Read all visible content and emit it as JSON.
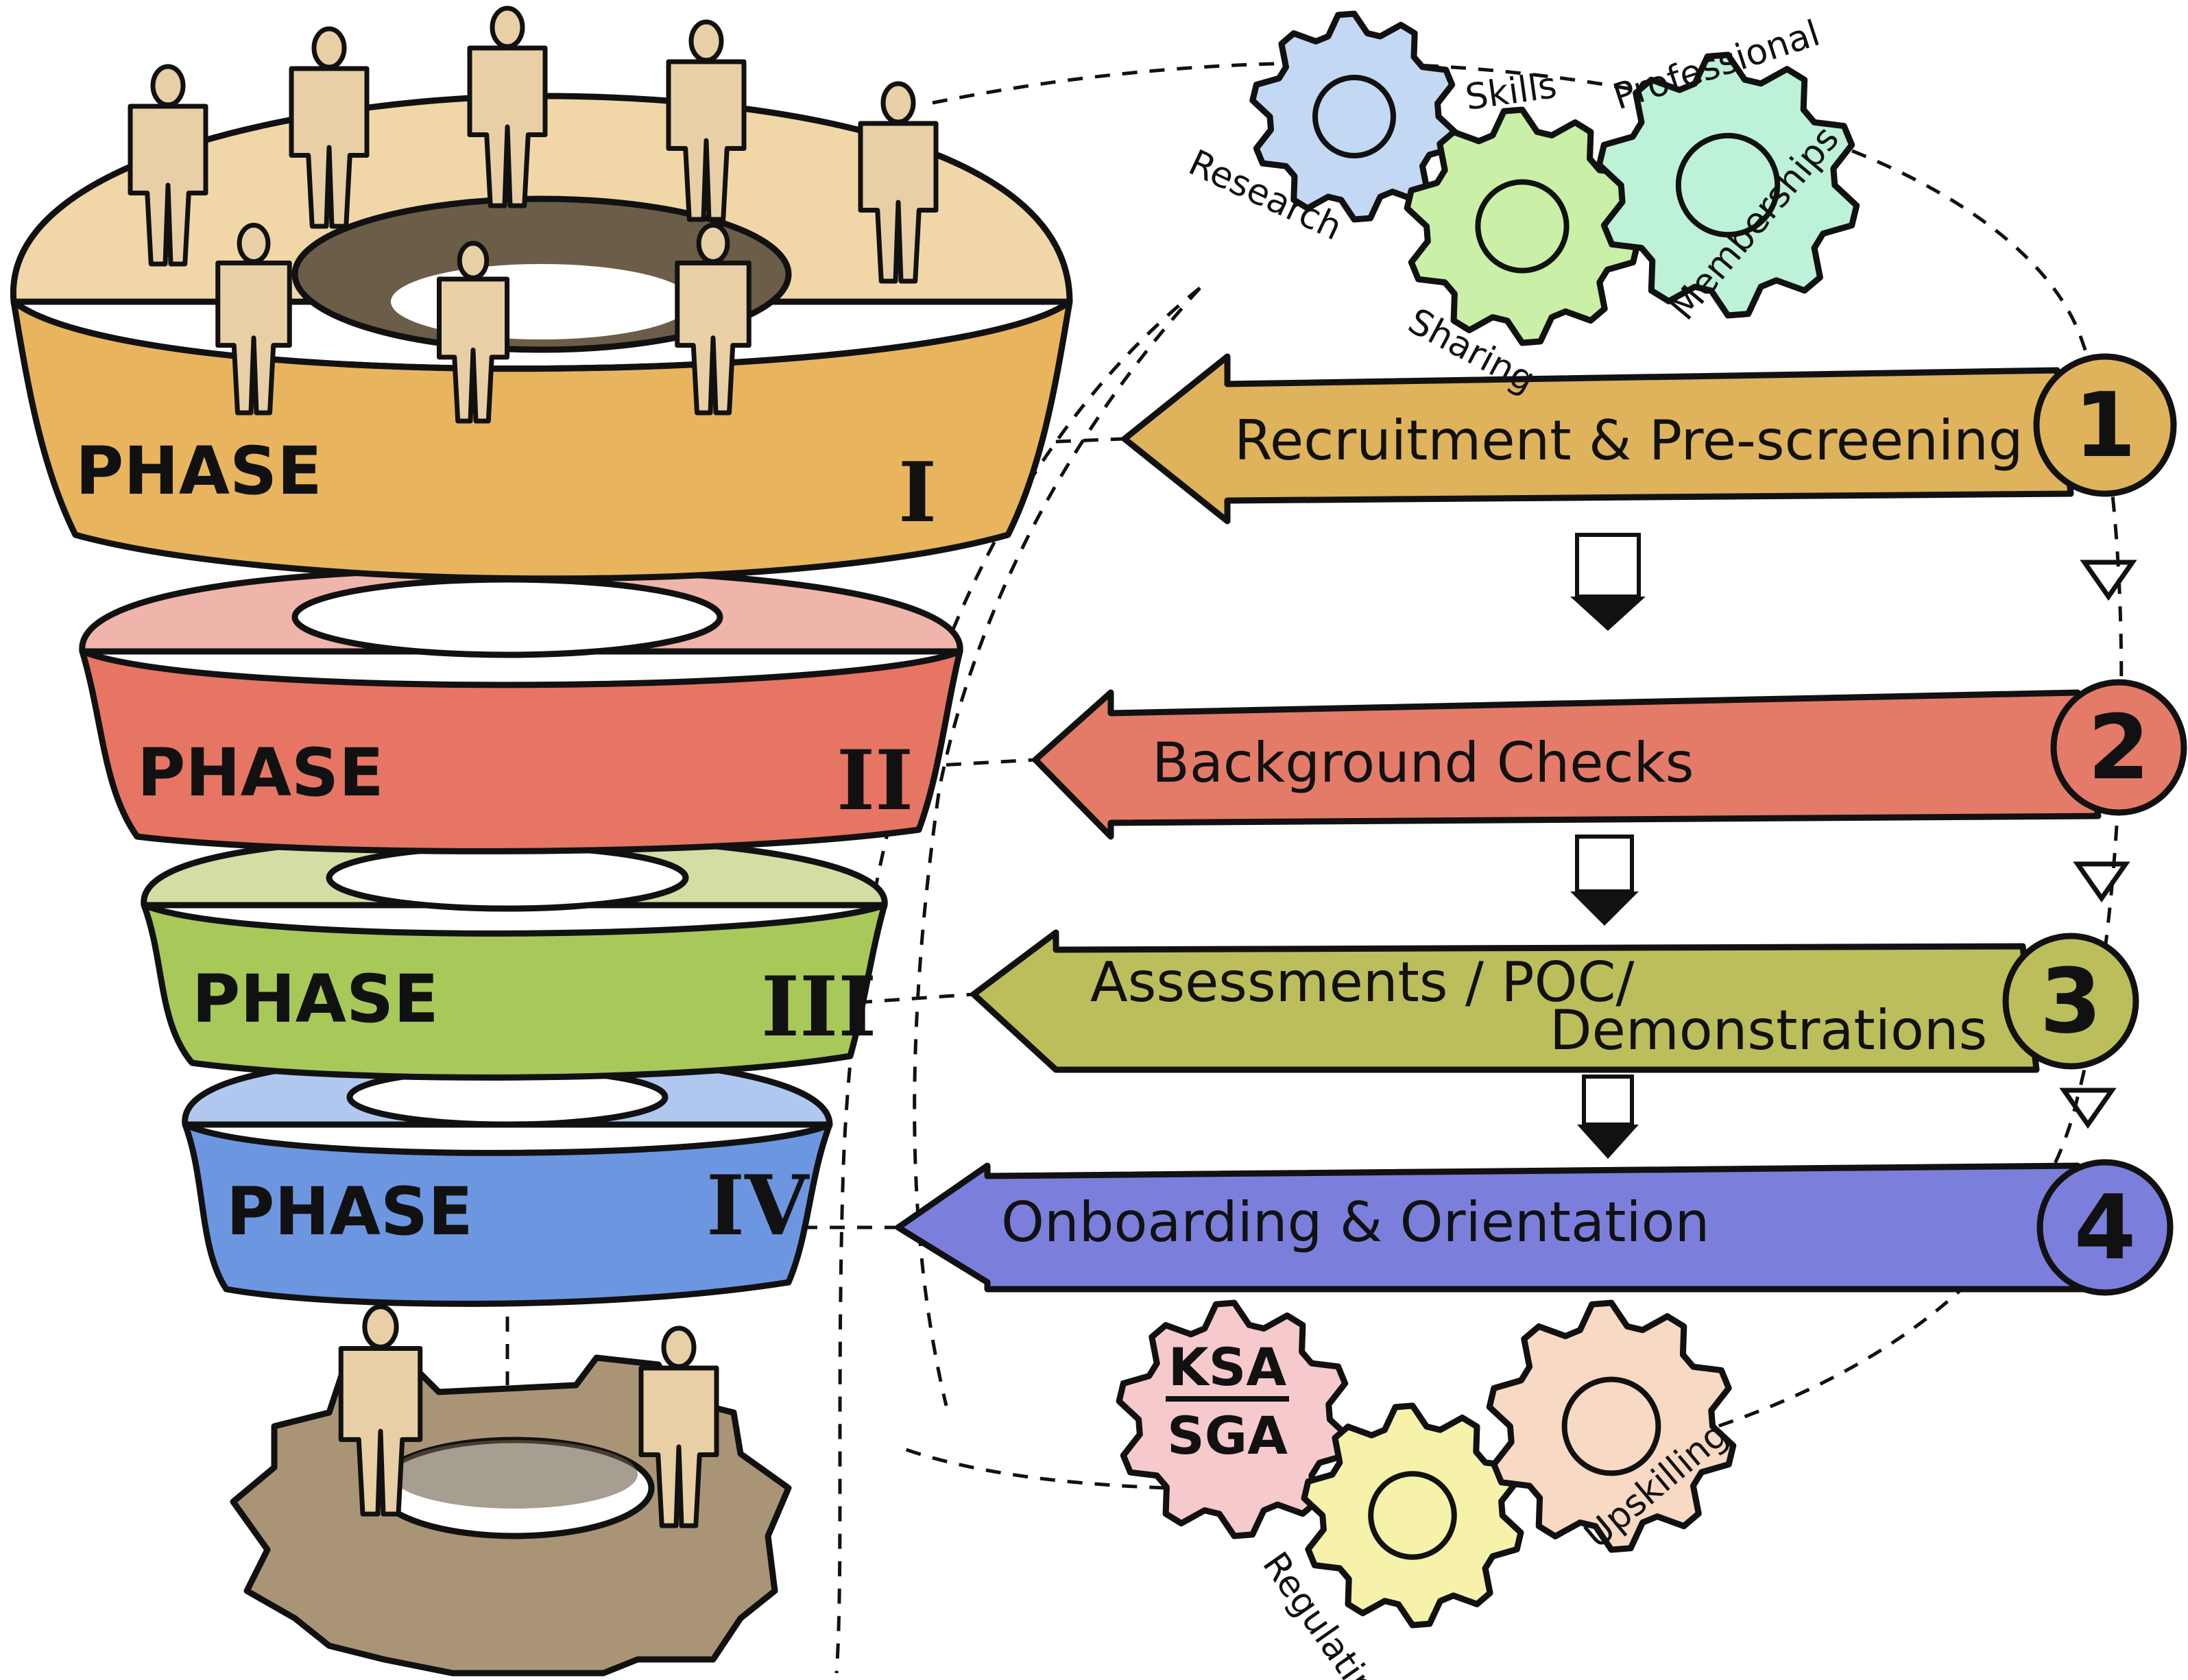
{
  "phases": [
    {
      "label": "PHASE",
      "numeral": "I",
      "color": "#e8b55e",
      "top_color": "#f1d7a8"
    },
    {
      "label": "PHASE",
      "numeral": "II",
      "color": "#e77564",
      "top_color": "#efb4aa"
    },
    {
      "label": "PHASE",
      "numeral": "III",
      "color": "#a8c95a",
      "top_color": "#d3dea4"
    },
    {
      "label": "PHASE",
      "numeral": "IV",
      "color": "#6d96e1",
      "top_color": "#b0c8ef"
    }
  ],
  "steps": [
    {
      "number": "1",
      "text": "Recruitment & Pre-screening",
      "color": "#deb35c"
    },
    {
      "number": "2",
      "text": "Background Checks",
      "color": "#e47b68"
    },
    {
      "number": "3",
      "text_line1": "Assessments / POC/",
      "text_line2": "Demonstrations",
      "color": "#bcbe5c"
    },
    {
      "number": "4",
      "text": "Onboarding & Orientation",
      "color": "#7b7fdb"
    }
  ],
  "top_gears": [
    {
      "label": "Research",
      "color": "#c3d8f3"
    },
    {
      "label_top": "Skills",
      "label_bottom": "Sharing",
      "color": "#c9f0a6"
    },
    {
      "label_top": "Professional",
      "label_side": "Memberships",
      "color": "#bdf2d8"
    }
  ],
  "bottom_gears": [
    {
      "label_top": "KSA",
      "label_bottom": "SGA",
      "color": "#f6c9cc"
    },
    {
      "label": "Regulating",
      "color": "#f6f2aa"
    },
    {
      "label": "Upskilling",
      "color": "#f7d9c4"
    }
  ],
  "colors": {
    "base_gear": "#a99576",
    "figure": "#e9cfa5",
    "outline": "#111111"
  }
}
